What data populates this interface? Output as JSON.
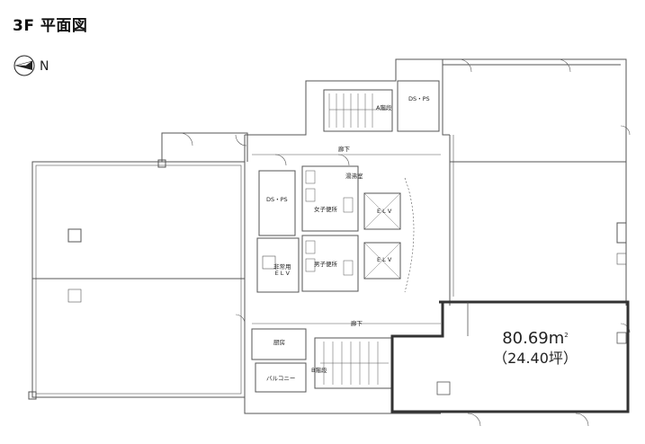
{
  "title": "3F 平面図",
  "compass": {
    "direction": "N",
    "icon": "north-arrow-icon"
  },
  "rooms": {
    "ds_ps_top": "DS・PS",
    "stairs_a": "A階段",
    "corridor_top": "廊下",
    "cleaning": "湯沸室",
    "ds_ps_mid": "DS・PS",
    "womens_toilet": "女子便所",
    "elv_1": "E L V",
    "mens_toilet": "男子便所",
    "elv_2": "E L V",
    "service_elv": "非常用\nE L V",
    "corridor_bottom": "廊下",
    "kitchen": "厨房",
    "stairs_b": "B階段",
    "balcony": "バルコニー"
  },
  "area": {
    "m2_value": "80.69",
    "m2_unit": "m",
    "m2_sup": "2",
    "tsubo": "（24.40坪）"
  },
  "colors": {
    "wall": "#555555",
    "highlight": "#333333",
    "text": "#222222"
  }
}
